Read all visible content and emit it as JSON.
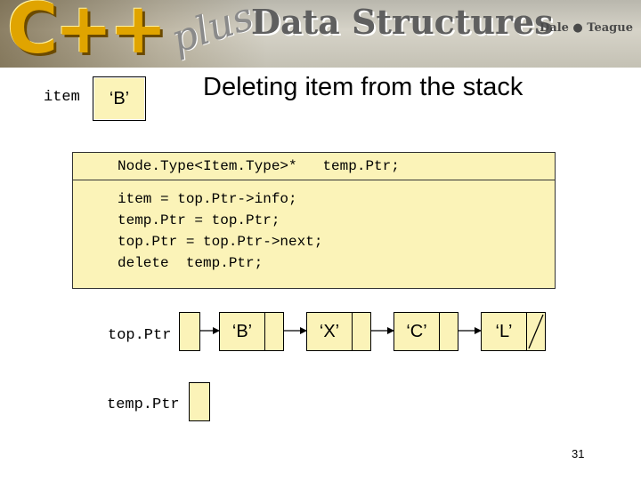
{
  "header": {
    "logo_cpp": "C++",
    "logo_plus": "plus",
    "book_title": "Data Structures",
    "authors": "Dale ● Teague"
  },
  "slide": {
    "title": "Deleting item from the stack",
    "item_label": "item",
    "item_value": "‘B’",
    "page_number": "31"
  },
  "code": {
    "declaration": "Node.Type<Item.Type>*   temp.Ptr;",
    "lines": [
      "item = top.Ptr->info;",
      "temp.Ptr = top.Ptr;",
      "top.Ptr = top.Ptr->next;",
      "delete  temp.Ptr;"
    ]
  },
  "diagram": {
    "top_ptr_label": "top.Ptr",
    "temp_ptr_label": "temp.Ptr",
    "nodes": [
      "‘B’",
      "‘X’",
      "‘C’",
      "‘L’"
    ]
  },
  "colors": {
    "box_fill": "#fbf3b8",
    "logo_gold": "#e0a400"
  }
}
